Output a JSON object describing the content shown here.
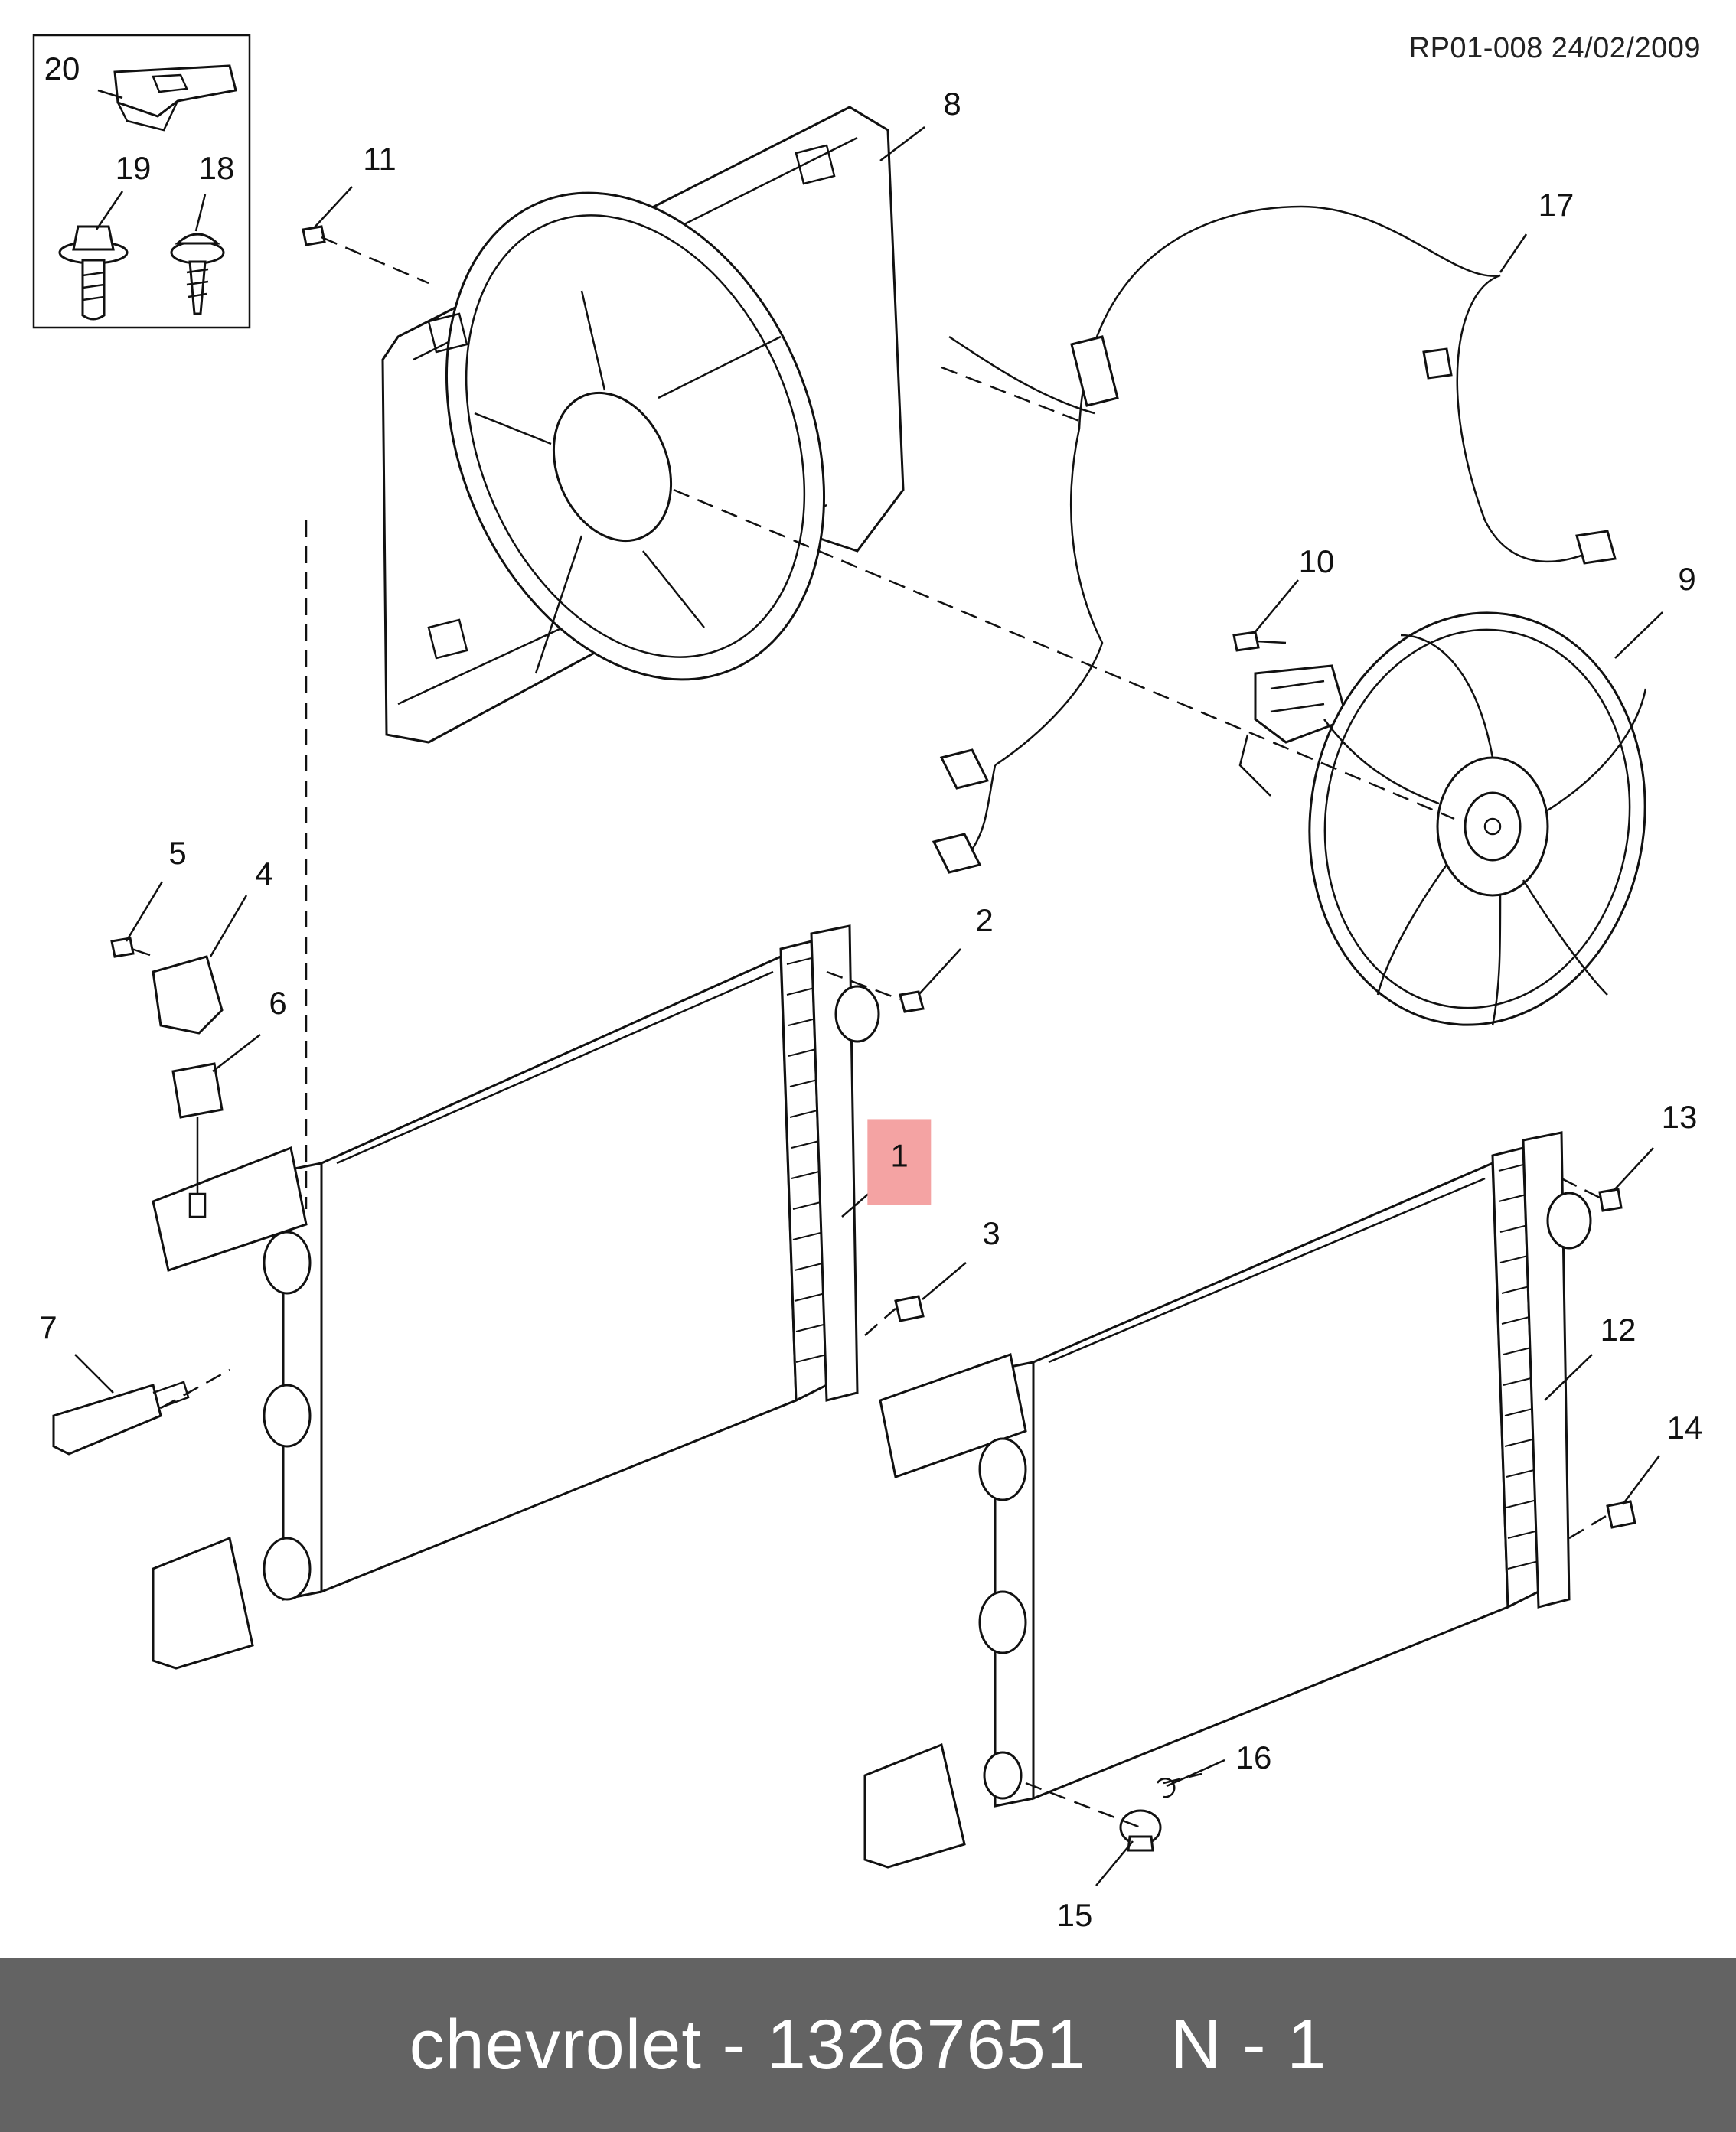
{
  "header": {
    "reference": "RP01-008 24/02/2009"
  },
  "callouts": [
    {
      "id": "1",
      "label": "1",
      "highlighted": true
    },
    {
      "id": "2",
      "label": "2"
    },
    {
      "id": "3",
      "label": "3"
    },
    {
      "id": "4",
      "label": "4"
    },
    {
      "id": "5",
      "label": "5"
    },
    {
      "id": "6",
      "label": "6"
    },
    {
      "id": "7",
      "label": "7"
    },
    {
      "id": "8",
      "label": "8"
    },
    {
      "id": "9",
      "label": "9"
    },
    {
      "id": "10",
      "label": "10"
    },
    {
      "id": "11",
      "label": "11"
    },
    {
      "id": "12",
      "label": "12"
    },
    {
      "id": "13",
      "label": "13"
    },
    {
      "id": "14",
      "label": "14"
    },
    {
      "id": "15",
      "label": "15"
    },
    {
      "id": "16",
      "label": "16"
    },
    {
      "id": "17",
      "label": "17"
    },
    {
      "id": "18",
      "label": "18"
    },
    {
      "id": "19",
      "label": "19"
    },
    {
      "id": "20",
      "label": "20"
    }
  ],
  "footer": {
    "part_text": "chevrolet - 13267651",
    "quantity_text": "N - 1"
  },
  "colors": {
    "highlight": "#f4a3a3",
    "footer_background": "#636363",
    "footer_text": "#ffffff"
  }
}
